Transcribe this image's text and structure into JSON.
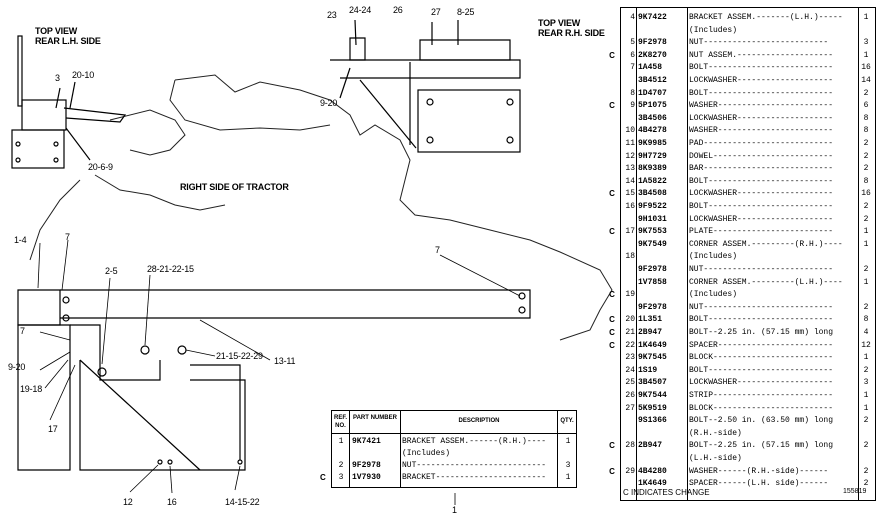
{
  "views": {
    "left_top": [
      "TOP VIEW",
      "REAR L.H. SIDE"
    ],
    "right_top": [
      "TOP VIEW",
      "REAR R.H. SIDE"
    ],
    "right_side": "RIGHT SIDE OF TRACTOR"
  },
  "callouts": {
    "c1": "3",
    "c2": "20-10",
    "c3": "20-6-9",
    "c4": "23",
    "c5": "24-24",
    "c6": "26",
    "c7": "27",
    "c8": "8-25",
    "c9": "9-20",
    "c10": "1-4",
    "c11": "7",
    "c12": "2-5",
    "c13": "28-21-22-15",
    "c14": "7",
    "c15": "21-15-22-29",
    "c16": "13-11",
    "c17": "7",
    "c18": "9-20",
    "c19": "19-18",
    "c20": "17",
    "c21": "12",
    "c22": "16",
    "c23": "14-15-22",
    "c24": "1"
  },
  "parts_table": {
    "rows": [
      {
        "c": "",
        "ref": "4",
        "pn": "9K7422",
        "desc": "BRACKET ASSEM.-------(L.H.)-----",
        "qty": "1"
      },
      {
        "c": "",
        "ref": "",
        "pn": "",
        "desc": "(Includes)",
        "qty": ""
      },
      {
        "c": "",
        "ref": "5",
        "pn": "9F2978",
        "desc": "NUT--------------------------",
        "qty": "3"
      },
      {
        "c": "C",
        "ref": "6",
        "pn": "2K8270",
        "desc": "NUT ASSEM.--------------------",
        "qty": "1"
      },
      {
        "c": "",
        "ref": "7",
        "pn": "1A458",
        "desc": "BOLT--------------------------",
        "qty": "16"
      },
      {
        "c": "",
        "ref": "",
        "pn": "3B4512",
        "desc": "LOCKWASHER--------------------",
        "qty": "14"
      },
      {
        "c": "",
        "ref": "8",
        "pn": "1D4707",
        "desc": "BOLT--------------------------",
        "qty": "2"
      },
      {
        "c": "C",
        "ref": "9",
        "pn": "5P1075",
        "desc": "WASHER------------------------",
        "qty": "6"
      },
      {
        "c": "",
        "ref": "",
        "pn": "3B4506",
        "desc": "LOCKWASHER--------------------",
        "qty": "8"
      },
      {
        "c": "",
        "ref": "10",
        "pn": "4B4278",
        "desc": "WASHER------------------------",
        "qty": "8"
      },
      {
        "c": "",
        "ref": "11",
        "pn": "9K9985",
        "desc": "PAD---------------------------",
        "qty": "2"
      },
      {
        "c": "",
        "ref": "12",
        "pn": "9H7729",
        "desc": "DOWEL-------------------------",
        "qty": "2"
      },
      {
        "c": "",
        "ref": "13",
        "pn": "8K9389",
        "desc": "BAR---------------------------",
        "qty": "2"
      },
      {
        "c": "",
        "ref": "14",
        "pn": "1A5822",
        "desc": "BOLT--------------------------",
        "qty": "8"
      },
      {
        "c": "C",
        "ref": "15",
        "pn": "3B4508",
        "desc": "LOCKWASHER--------------------",
        "qty": "16"
      },
      {
        "c": "",
        "ref": "16",
        "pn": "9F9522",
        "desc": "BOLT--------------------------",
        "qty": "2"
      },
      {
        "c": "",
        "ref": "",
        "pn": "9H1031",
        "desc": "LOCKWASHER--------------------",
        "qty": "2"
      },
      {
        "c": "C",
        "ref": "17",
        "pn": "9K7553",
        "desc": "PLATE-------------------------",
        "qty": "1"
      },
      {
        "c": "",
        "ref": "",
        "pn": "9K7549",
        "desc": "CORNER ASSEM.---------(R.H.)----",
        "qty": "1"
      },
      {
        "c": "",
        "ref": "18",
        "pn": "",
        "desc": "(Includes)",
        "qty": ""
      },
      {
        "c": "",
        "ref": "",
        "pn": "9F2978",
        "desc": "NUT---------------------------",
        "qty": "2"
      },
      {
        "c": "",
        "ref": "",
        "pn": "1V7858",
        "desc": "CORNER ASSEM.---------(L.H.)----",
        "qty": "1"
      },
      {
        "c": "C",
        "ref": "19",
        "pn": "",
        "desc": "(Includes)",
        "qty": ""
      },
      {
        "c": "",
        "ref": "",
        "pn": "9F2978",
        "desc": "NUT---------------------------",
        "qty": "2"
      },
      {
        "c": "C",
        "ref": "20",
        "pn": "1L351",
        "desc": "BOLT--------------------------",
        "qty": "8"
      },
      {
        "c": "C",
        "ref": "21",
        "pn": "2B947",
        "desc": "BOLT--2.25 in. (57.15 mm) long",
        "qty": "4"
      },
      {
        "c": "C",
        "ref": "22",
        "pn": "1K4649",
        "desc": "SPACER------------------------",
        "qty": "12"
      },
      {
        "c": "",
        "ref": "23",
        "pn": "9K7545",
        "desc": "BLOCK-------------------------",
        "qty": "1"
      },
      {
        "c": "",
        "ref": "24",
        "pn": "1S19",
        "desc": "BOLT--------------------------",
        "qty": "2"
      },
      {
        "c": "",
        "ref": "25",
        "pn": "3B4507",
        "desc": "LOCKWASHER--------------------",
        "qty": "3"
      },
      {
        "c": "",
        "ref": "26",
        "pn": "9K7544",
        "desc": "STRIP-------------------------",
        "qty": "1"
      },
      {
        "c": "",
        "ref": "27",
        "pn": "5K9519",
        "desc": "BLOCK-------------------------",
        "qty": "1"
      },
      {
        "c": "",
        "ref": "",
        "pn": "9S1366",
        "desc": "BOLT--2.50 in. (63.50 mm) long",
        "qty": "2"
      },
      {
        "c": "",
        "ref": "",
        "pn": "",
        "desc": "(R.H.-side)",
        "qty": ""
      },
      {
        "c": "C",
        "ref": "28",
        "pn": "2B947",
        "desc": "BOLT--2.25 in. (57.15 mm) long",
        "qty": "2"
      },
      {
        "c": "",
        "ref": "",
        "pn": "",
        "desc": "(L.H.-side)",
        "qty": ""
      },
      {
        "c": "C",
        "ref": "29",
        "pn": "4B4280",
        "desc": "WASHER------(R.H.-side)------",
        "qty": "2"
      },
      {
        "c": "",
        "ref": "",
        "pn": "1K4649",
        "desc": "SPACER------(L.H. side)------",
        "qty": "2"
      }
    ],
    "footer_left": "C INDICATES CHANGE",
    "footer_right": "155819"
  },
  "small_table": {
    "headers": {
      "ref": "REF. NO.",
      "part": "PART NUMBER",
      "desc": "DESCRIPTION",
      "qty": "QTY."
    },
    "rows": [
      {
        "c": "",
        "ref": "1",
        "pn": "9K7421",
        "desc": "BRACKET ASSEM.------(R.H.)----",
        "qty": "1"
      },
      {
        "c": "",
        "ref": "",
        "pn": "",
        "desc": "(Includes)",
        "qty": ""
      },
      {
        "c": "",
        "ref": "2",
        "pn": "9F2978",
        "desc": "NUT---------------------------",
        "qty": "3"
      },
      {
        "c": "C",
        "ref": "3",
        "pn": "1V7930",
        "desc": "BRACKET-----------------------",
        "qty": "1"
      }
    ]
  }
}
